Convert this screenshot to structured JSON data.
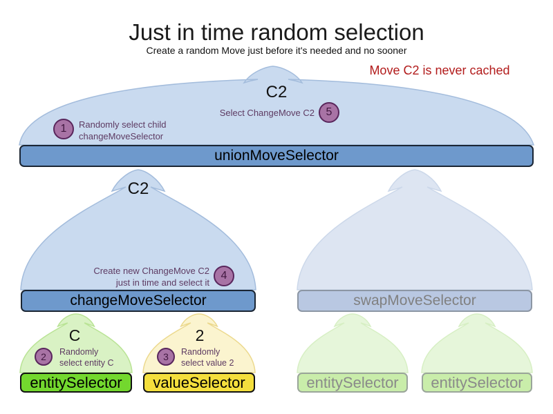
{
  "title": "Just in time random selection",
  "subtitle": "Create a random Move just before it's needed and no sooner",
  "note": "Move C2 is never cached",
  "labels": {
    "move_top": "C2",
    "move_mid": "C2",
    "entity_pick": "C",
    "value_pick": "2"
  },
  "bars": {
    "union": "unionMoveSelector",
    "change": "changeMoveSelector",
    "swap": "swapMoveSelector",
    "entity": "entitySelector",
    "value": "valueSelector",
    "entity_faded_left": "entitySelector",
    "entity_faded_right": "entitySelector"
  },
  "steps": [
    {
      "num": "1",
      "line1": "Randomly select child",
      "line2": "changeMoveSelector"
    },
    {
      "num": "2",
      "line1": "Randomly",
      "line2": "select entity C"
    },
    {
      "num": "3",
      "line1": "Randomly",
      "line2": "select value 2"
    },
    {
      "num": "4",
      "line1": "Create new ChangeMove C2",
      "line2": "just in time and select it"
    },
    {
      "num": "5",
      "line1": "Select ChangeMove C2",
      "line2": ""
    }
  ],
  "colors": {
    "note_red": "#b21b1b",
    "arch_blue_fill": "#c9daef",
    "arch_blue_stroke": "#a3bcdc",
    "arch_blue_faded_fill": "#dde5f2",
    "bar_blue": "#6e99cc",
    "bar_blue_border": "#1a2533",
    "bar_swap_fill": "#b9c8e2",
    "entity_green": "#73d82e",
    "value_yellow": "#f4df3d",
    "arch_green_fill": "#d9f2c4",
    "arch_yellow_fill": "#fbf4cf",
    "faded_green_bar": "#c9edaa",
    "step_circle_fill": "#a873a5",
    "step_circle_border": "#59265c",
    "step_text": "#5d3a62"
  }
}
